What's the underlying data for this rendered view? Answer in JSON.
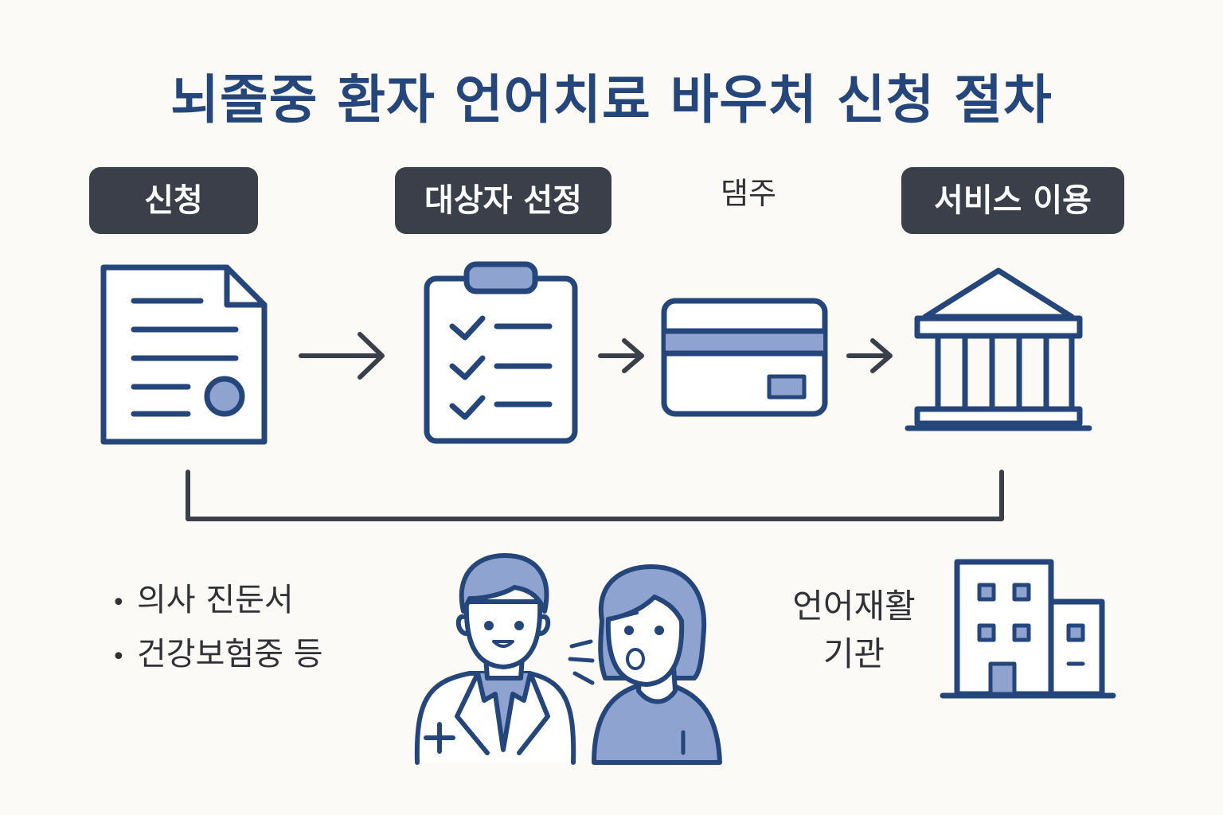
{
  "title": "뇌졸중 환자 언어치료 바우처 신청 절차",
  "steps": [
    {
      "label": "신청",
      "icon": "document-icon"
    },
    {
      "label": "대상자 선정",
      "icon": "clipboard-checklist-icon"
    },
    {
      "label": "댐주",
      "icon": "credit-card-icon"
    },
    {
      "label": "서비스 이용",
      "icon": "institution-building-icon"
    }
  ],
  "documents": {
    "items": [
      "의사 진둔서",
      "건강보험중 등"
    ]
  },
  "organization": {
    "line1": "언어재활",
    "line2": "기관",
    "icon": "office-building-icon"
  },
  "people_icon": "doctor-patient-consultation-icon",
  "colors": {
    "primary": "#25467a",
    "accent_fill": "#8ea3cf",
    "label_bg": "#3a3f4a",
    "arrow": "#3a3f4a",
    "background": "#fbfaf6"
  }
}
